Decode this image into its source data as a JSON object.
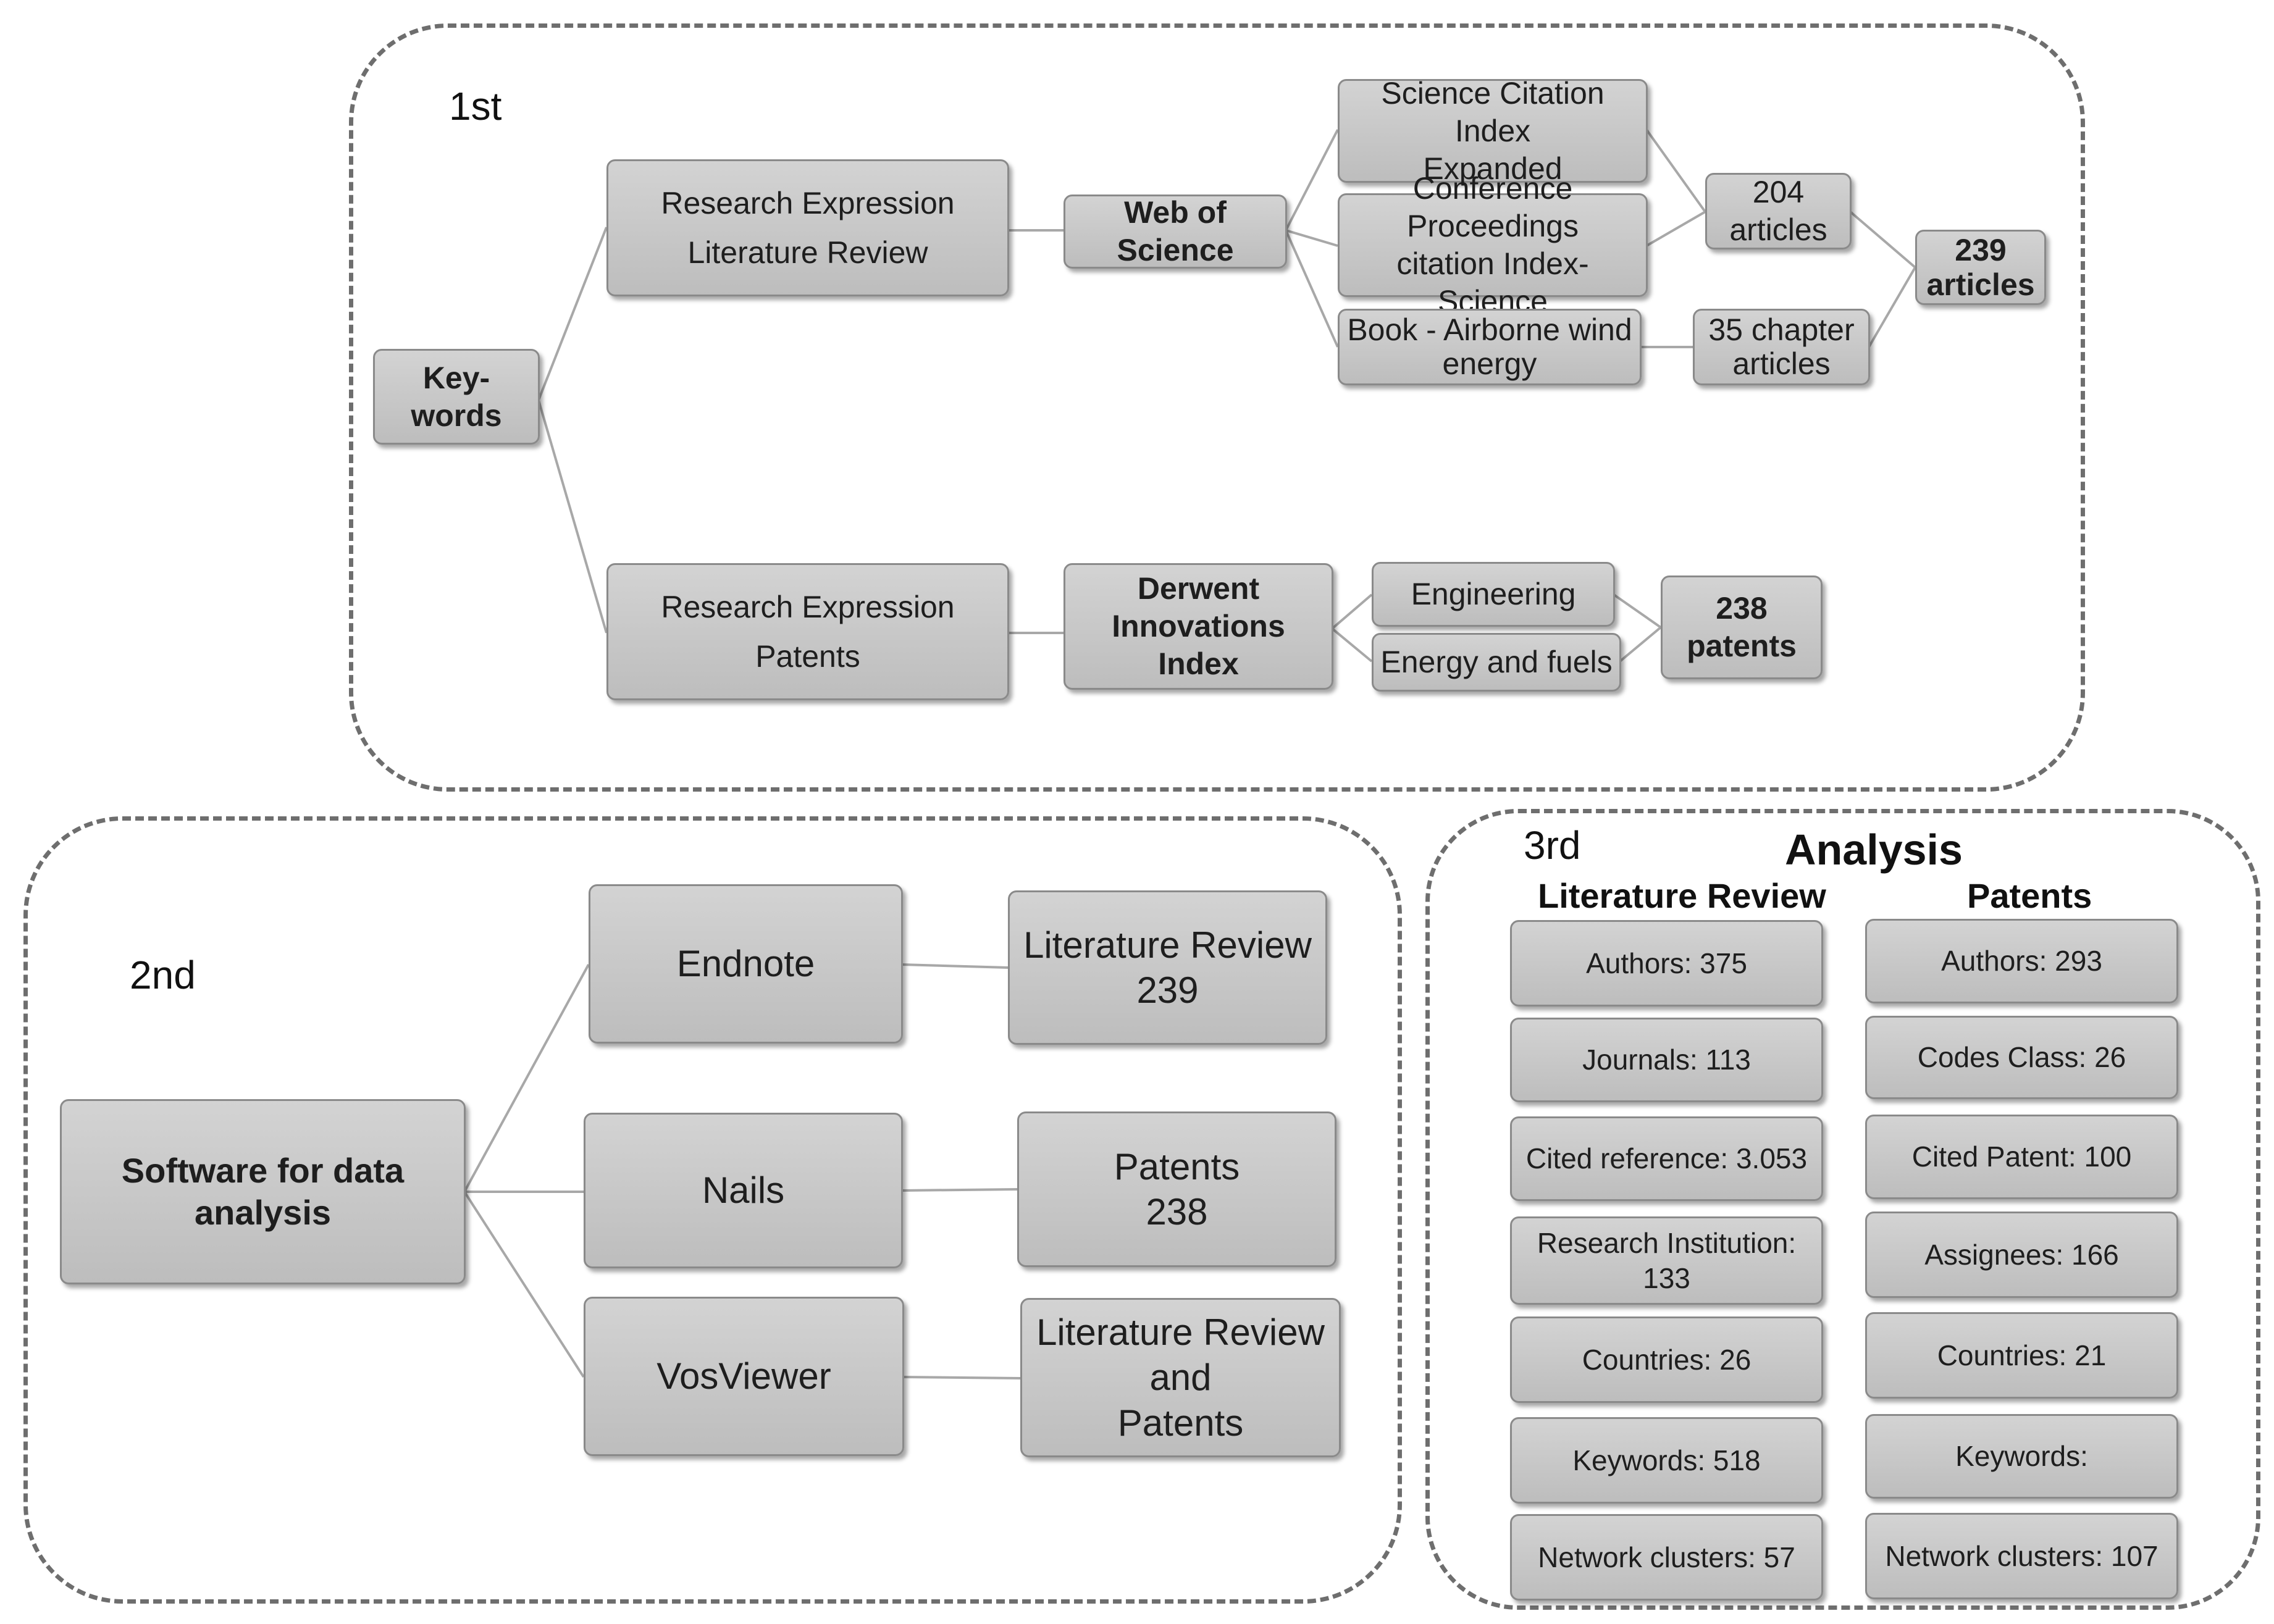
{
  "stage1": {
    "label": "1st",
    "keywords": "Key-words",
    "research_lit": {
      "line1": "Research Expression",
      "line2": "Literature Review"
    },
    "research_pat": {
      "line1": "Research Expression",
      "line2": "Patents"
    },
    "web_of_science": "Web of Science",
    "derwent": {
      "line1": "Derwent Innovations",
      "line2": "Index"
    },
    "sci": {
      "line1": "Science Citation Index",
      "line2": "Expanded"
    },
    "cpci": {
      "line1": "Conference Proceedings",
      "line2": "citation Index-Science"
    },
    "book": {
      "line1": "Book - Airborne wind",
      "line2": "energy"
    },
    "articles_204": "204 articles",
    "chapter_35": {
      "line1": "35 chapter",
      "line2": "articles"
    },
    "articles_239": {
      "line1": "239",
      "line2": "articles"
    },
    "engineering": "Engineering",
    "energy": "Energy and fuels",
    "patents_238": "238 patents"
  },
  "stage2": {
    "label": "2nd",
    "software": "Software for data analysis",
    "endnote": "Endnote",
    "nails": "Nails",
    "vosviewer": "VosViewer",
    "lit_review": {
      "line1": "Literature Review",
      "line2": "239"
    },
    "patents": {
      "line1": "Patents",
      "line2": "238"
    },
    "both": {
      "line1": "Literature Review and",
      "line2": "Patents"
    }
  },
  "stage3": {
    "label": "3rd",
    "title": "Analysis",
    "col_lit": "Literature Review",
    "col_pat": "Patents",
    "lit_items": [
      "Authors: 375",
      "Journals: 113",
      "Cited reference: 3.053",
      "Research Institution: 133",
      "Countries: 26",
      "Keywords: 518",
      "Network clusters: 57"
    ],
    "pat_items": [
      "Authors: 293",
      "Codes Class: 26",
      "Cited Patent: 100",
      "Assignees: 166",
      "Countries: 21",
      "Keywords:",
      "Network clusters: 107"
    ]
  }
}
